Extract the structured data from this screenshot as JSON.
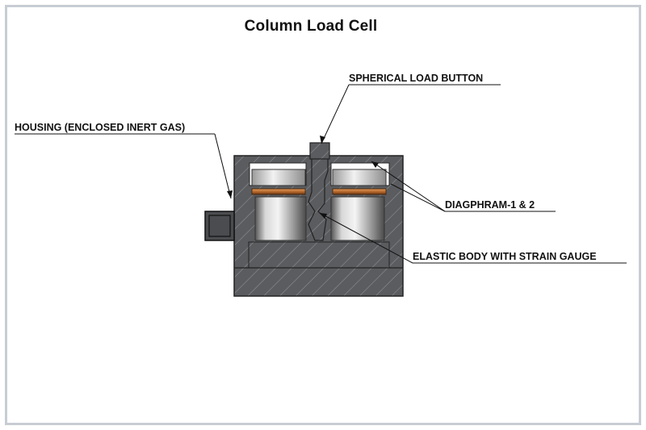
{
  "title": "Column Load Cell",
  "labels": {
    "load_button": "SPHERICAL LOAD BUTTON",
    "housing": "HOUSING (ENCLOSED INERT GAS)",
    "diaphragm": "DIAGPHRAM-1 & 2",
    "elastic_body": "ELASTIC BODY WITH STRAIN GAUGE"
  },
  "colors": {
    "housing": "#5a5c5f",
    "hatch": "#8a8c90",
    "diaphragm": "#b86a2e",
    "frame": "#c8ccd3"
  }
}
